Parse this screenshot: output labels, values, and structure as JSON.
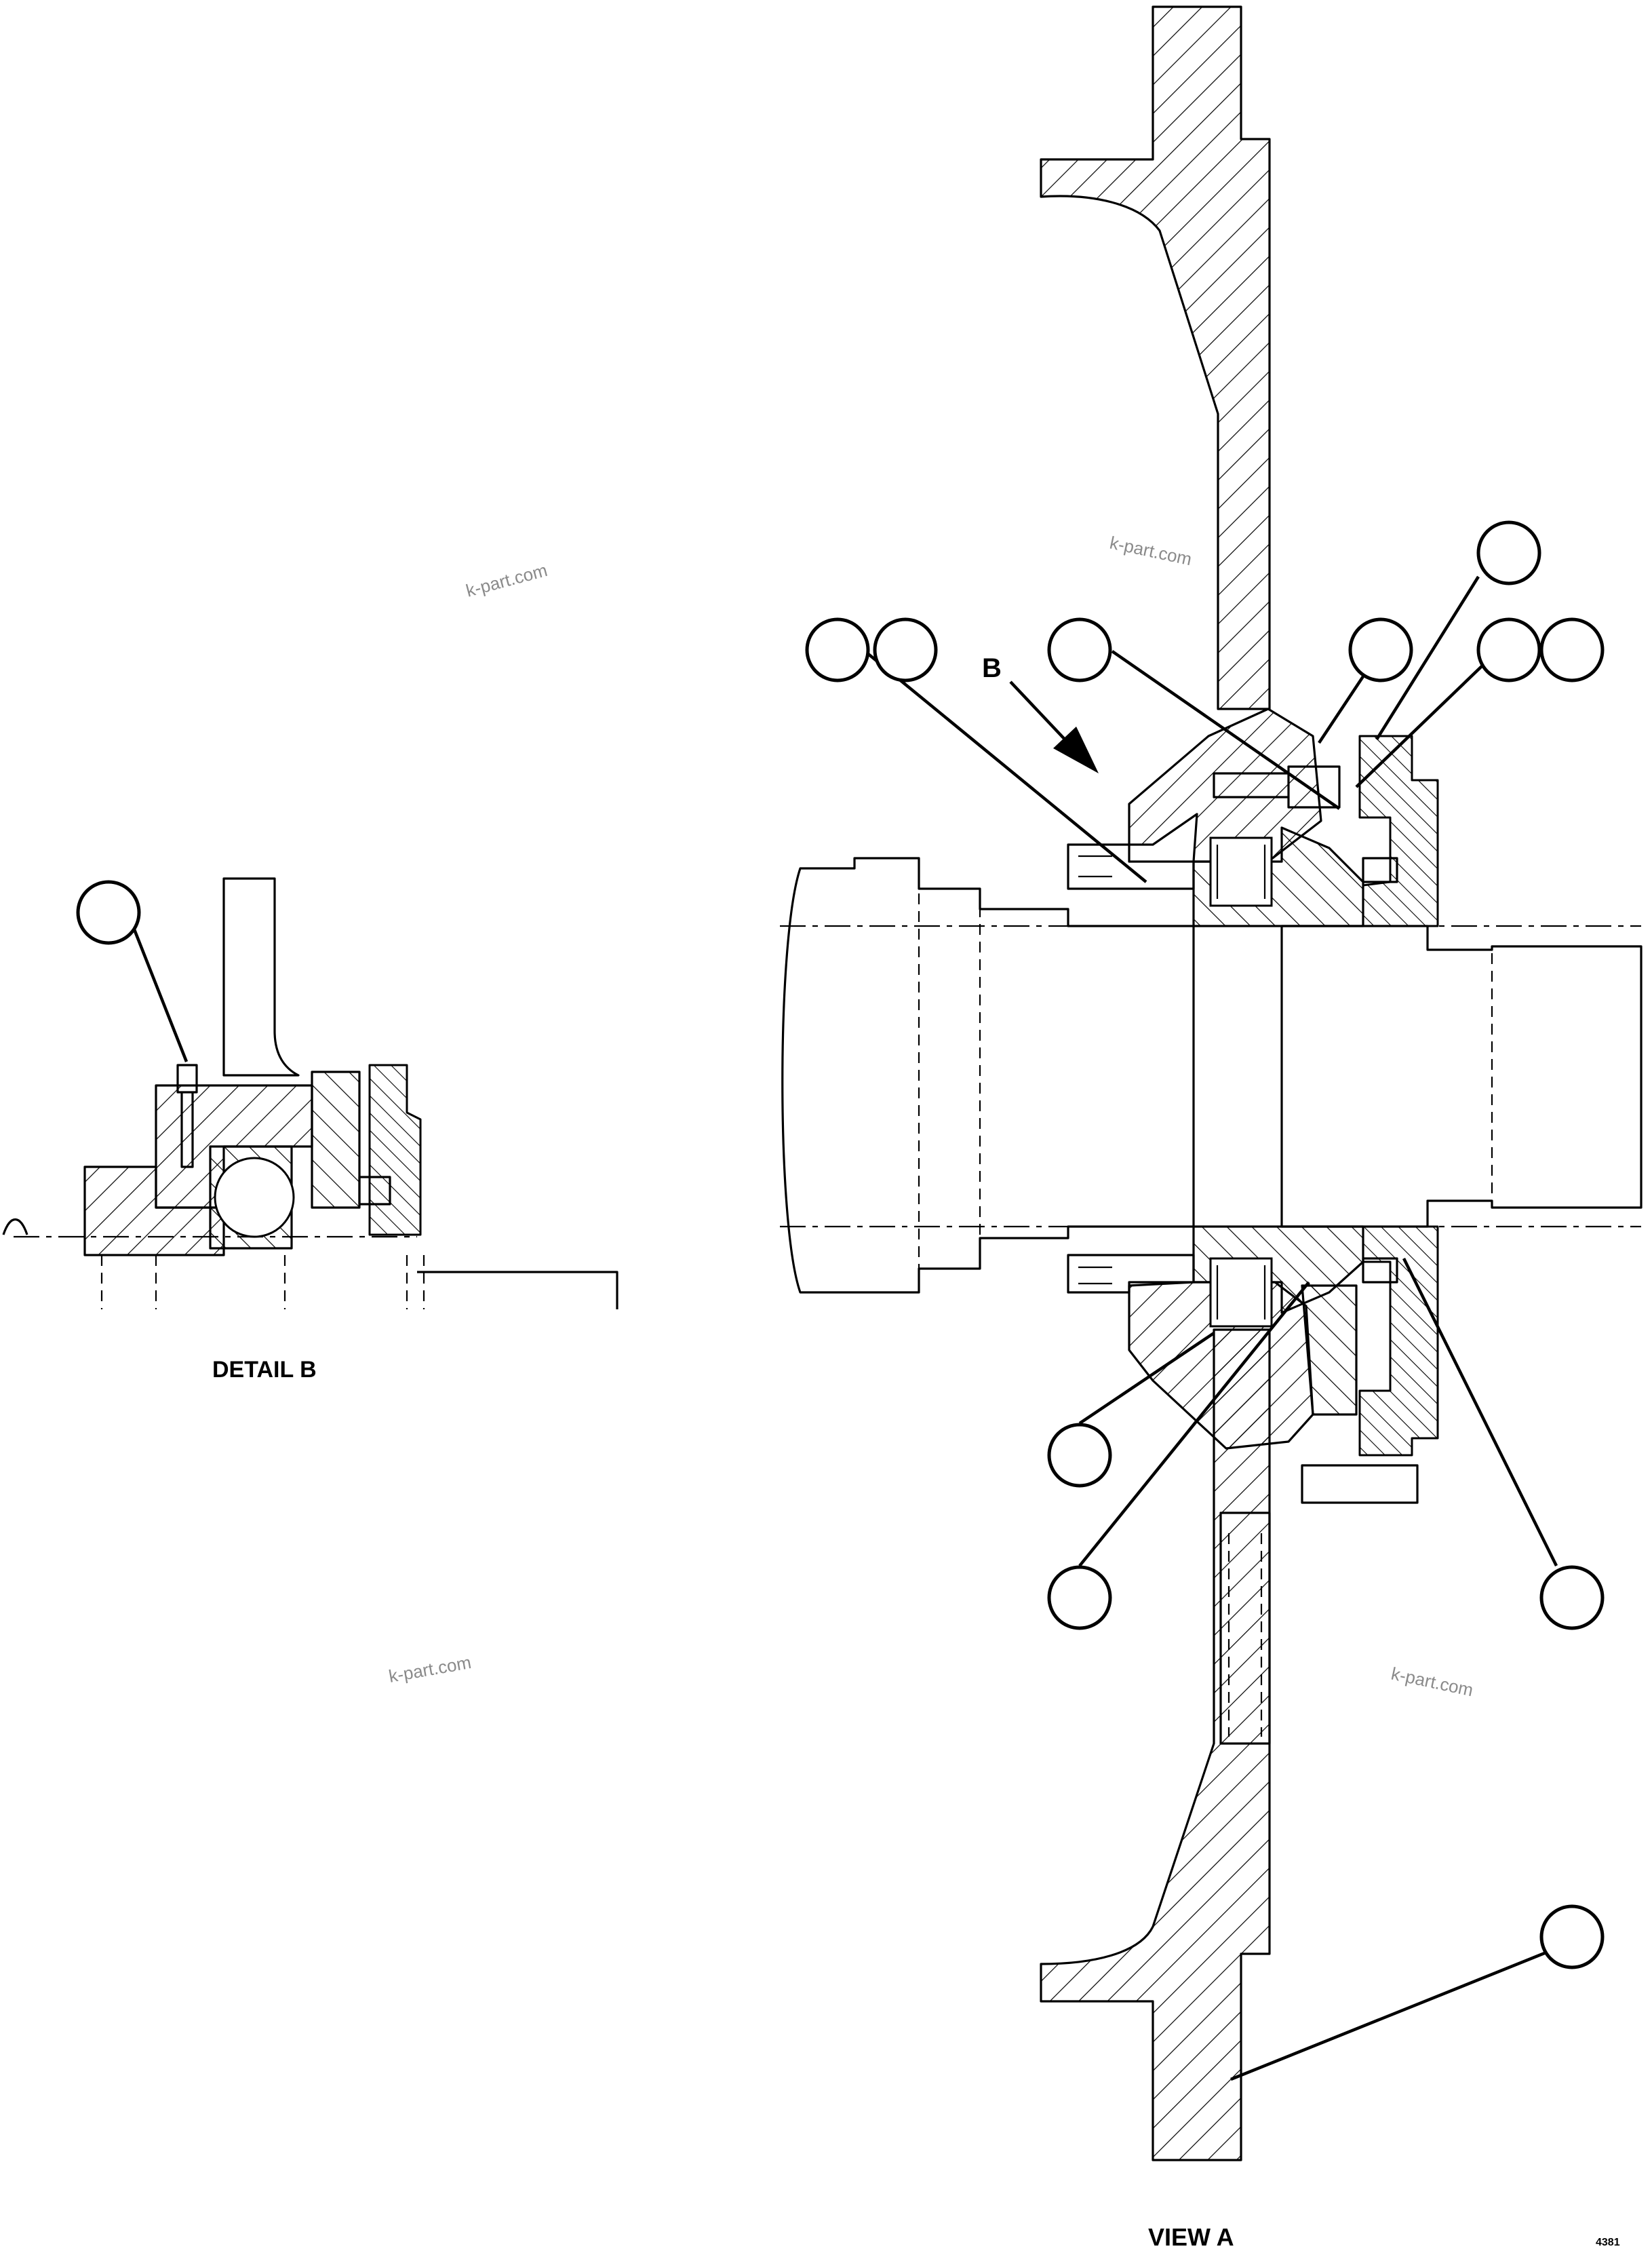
{
  "drawing": {
    "view_label": "VIEW A",
    "detail_label": "DETAIL B",
    "arrow_label": "B",
    "figure_number": "4381",
    "watermark": "k-part.com"
  },
  "callouts": [
    {
      "id": "balloon-1",
      "text": ""
    },
    {
      "id": "balloon-2",
      "text": ""
    },
    {
      "id": "balloon-3",
      "text": ""
    },
    {
      "id": "balloon-4",
      "text": ""
    },
    {
      "id": "balloon-5",
      "text": ""
    },
    {
      "id": "balloon-6",
      "text": ""
    },
    {
      "id": "balloon-7",
      "text": ""
    },
    {
      "id": "balloon-8",
      "text": ""
    },
    {
      "id": "balloon-9",
      "text": ""
    },
    {
      "id": "balloon-10",
      "text": ""
    },
    {
      "id": "balloon-11",
      "text": ""
    },
    {
      "id": "balloon-12",
      "text": ""
    },
    {
      "id": "balloon-13",
      "text": ""
    }
  ]
}
